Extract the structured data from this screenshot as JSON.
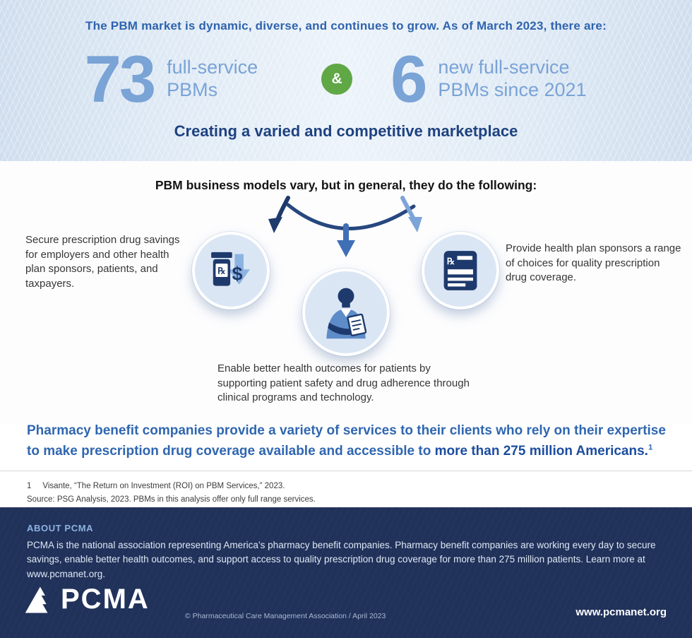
{
  "hero": {
    "intro": "The PBM market is dynamic, diverse, and continues to grow. As of March 2023, there are:",
    "stat1": {
      "number": "73",
      "label": "full-service PBMs"
    },
    "ampersand": "&",
    "stat2": {
      "number": "6",
      "label": "new full-service PBMs since 2021"
    },
    "tagline": "Creating a varied and competitive marketplace"
  },
  "models": {
    "heading": "PBM business models vary, but in general, they do the following:",
    "left": {
      "icon": "rx-bottle-savings-icon",
      "text": "Secure prescription drug savings for employers and other health plan sponsors, patients, and taxpayers."
    },
    "center": {
      "icon": "pharmacist-icon",
      "text": "Enable better health outcomes for patients by supporting patient safety and drug adherence through clinical programs and technology."
    },
    "right": {
      "icon": "rx-pad-icon",
      "text": "Provide health plan sponsors a range of choices for quality prescription drug coverage."
    }
  },
  "statement": {
    "lead": "Pharmacy benefit companies provide a variety of services to their clients who rely on their expertise to make prescription drug coverage available and accessible to ",
    "bold": "more than 275 million Americans.",
    "footnote_marker": "1"
  },
  "footnotes": {
    "ref_number": "1",
    "ref_text": "Visante, “The Return on Investment (ROI) on PBM Services,” 2023.",
    "source": "Source: PSG Analysis, 2023. PBMs in this analysis offer only full range services."
  },
  "footer": {
    "about_heading": "ABOUT PCMA",
    "about_body": "PCMA is the national association representing America’s pharmacy benefit companies. Pharmacy benefit companies are working every day to secure savings, enable better health outcomes, and support access to quality prescription drug coverage for more than 275 million patients. Learn more at www.pcmanet.org.",
    "logo_text": "PCMA",
    "copyright": "© Pharmaceutical Care Management Association  /  April 2023",
    "website": "www.pcmanet.org"
  },
  "colors": {
    "hero_text_blue": "#2f63ae",
    "stat_blue": "#7aa3d6",
    "tagline_navy": "#1e4280",
    "amp_green": "#5fa845",
    "icon_navy": "#1e3a6d",
    "icon_circle_bg": "#dbe6f5",
    "footer_navy": "#20315a",
    "footer_heading_blue": "#8db3e2"
  }
}
